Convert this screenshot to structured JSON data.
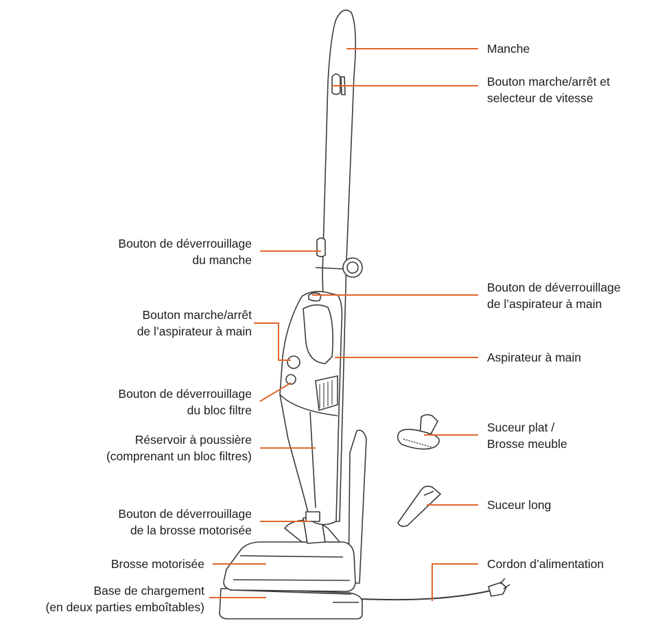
{
  "colors": {
    "leader": "#e0662a",
    "outline": "#3a3a3a",
    "body_fill": "#ffffff",
    "text": "#1d1d1b"
  },
  "labels_left": {
    "handle_release": [
      "Bouton de déverrouillage",
      "du manche"
    ],
    "handheld_power": [
      "Bouton marche/arrêt",
      "de l’aspirateur à main"
    ],
    "filter_release": [
      "Bouton de déverrouillage",
      "du bloc filtre"
    ],
    "dust_container": [
      "Réservoir à poussière",
      "(comprenant un bloc filtres)"
    ],
    "brush_release": [
      "Bouton de déverrouillage",
      "de la brosse motorisée"
    ],
    "power_brush": [
      "Brosse motorisée"
    ],
    "charging_base": [
      "Base de chargement",
      "(en deux parties emboîtables)"
    ]
  },
  "labels_right": {
    "handle": [
      "Manche"
    ],
    "power_speed": [
      "Bouton marche/arrêt et",
      "selecteur de vitesse"
    ],
    "handheld_release": [
      "Bouton de déverrouillage",
      "de l’aspirateur à main"
    ],
    "handheld": [
      "Aspirateur à main"
    ],
    "flat_nozzle": [
      "Suceur plat /",
      "Brosse meuble"
    ],
    "crevice_tool": [
      "Suceur long"
    ],
    "power_cord": [
      "Cordon d’alimentation"
    ]
  }
}
